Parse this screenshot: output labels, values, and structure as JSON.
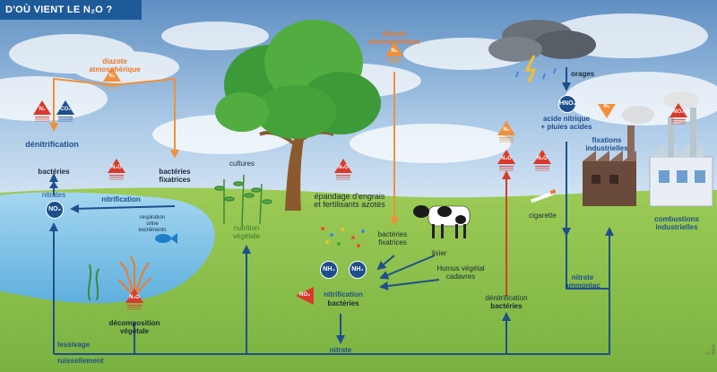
{
  "title": "D'OÙ VIENT LE N₂O ?",
  "credit": "© INRA",
  "badges": {
    "n2o": "N₂O",
    "n2": "N₂",
    "co2": "CO₂",
    "no3": "NO₃",
    "nh4": "NH₄",
    "hno3": "HNO₃"
  },
  "labels": {
    "diazote_left": "diazote\natmosphérique",
    "diazote_center": "diazote\natmosphérique",
    "denitrification_left": "dénitrification",
    "bacteries": "bactéries",
    "bacteries_fixatrices_left": "bactéries\nfixatrices",
    "nitrates": "nitrates",
    "nitrification_left": "nitrification",
    "respiration": "respiration\nurine\nexcréments",
    "decomposition": "décomposition\nvégétale",
    "lessivage": "lessivage",
    "ruissellement": "ruissellement",
    "cultures": "cultures",
    "nutrition": "nutrition\nvégétale",
    "epandage": "épandage d'engrais\net fertilisants azotés",
    "bacteries_fixatrices_center": "bactéries\nfixatrices",
    "lisier": "lisier",
    "humus": "Humus végétal\ncadavres",
    "nitrification_center": "nitrification",
    "bacteries_center": "bactéries",
    "nitrate_bottom": "nitrate",
    "denitrification_right": "dénitrification",
    "bacteries_right": "bactéries",
    "orages": "orages",
    "acide": "acide nitrique\n+ pluies acides",
    "fixations": "fixations\nindustrielles",
    "cigarette": "cigarette",
    "combustions": "combustions\nindustrielles",
    "nitrate_ammoniac": "nitrate\nammoniac"
  },
  "colors": {
    "sky": "#6f9fcf",
    "sky_light": "#c8dcef",
    "grass": "#8cc04a",
    "grass_dark": "#6fa83a",
    "water": "#7ec3e8",
    "flow_blue": "#1e4f8c",
    "flow_orange": "#f0903a",
    "badge_red": "#d93a2b",
    "flow_red": "#d93a2b"
  }
}
